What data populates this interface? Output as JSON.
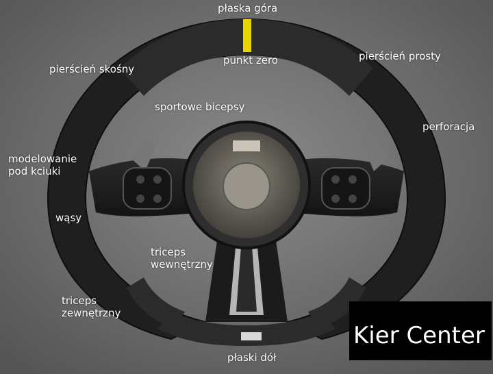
{
  "labels": {
    "flat_top": "płaska góra",
    "zero_point": "punkt zero",
    "slanted_ring": "pierścień skośny",
    "straight_ring": "pierścień prosty",
    "sport_biceps": "sportowe bicepsy",
    "perforation": "perforacja",
    "thumb_modeling": "modelowanie\npod kciuki",
    "whiskers": "wąsy",
    "triceps_inner": "triceps\nwewnętrzny",
    "triceps_outer": "triceps\nzewnętrzny",
    "flat_bottom": "płaski dół"
  },
  "logo": {
    "text": "Kier Center"
  },
  "colors": {
    "background": "#6e6e6e",
    "leather": "#1e1e1e",
    "alcantara": "#2a2a2a",
    "stripe": "#e8d400"
  }
}
